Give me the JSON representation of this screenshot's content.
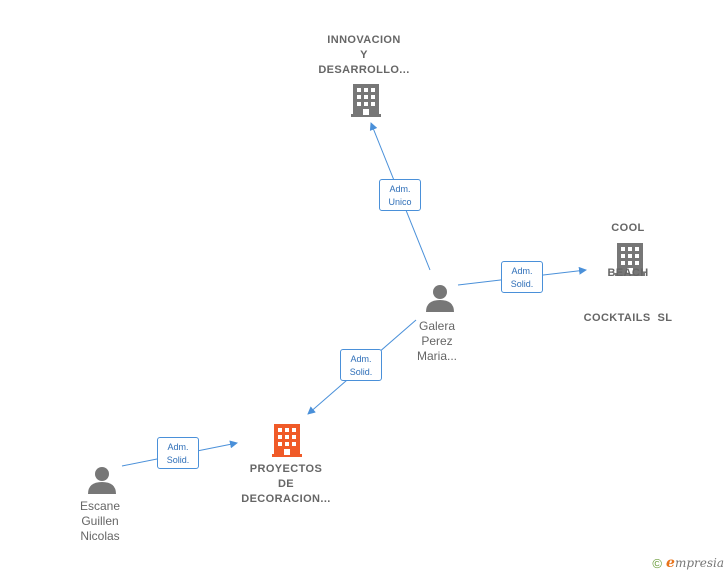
{
  "nodes": {
    "innovacion": {
      "lines": [
        "INNOVACION",
        "Y",
        "DESARROLLO..."
      ]
    },
    "cool_beach": {
      "lines": [
        "COOL",
        "BEACH",
        "COCKTAILS  SL"
      ]
    },
    "proyectos": {
      "lines": [
        "PROYECTOS",
        "DE",
        "DECORACION..."
      ]
    },
    "galera": {
      "lines": [
        "Galera",
        "Perez",
        "Maria..."
      ]
    },
    "escane": {
      "lines": [
        "Escane",
        "Guillen",
        "Nicolas"
      ]
    }
  },
  "edges": [
    {
      "id": "galera_innovacion",
      "lines": [
        "Adm.",
        "Unico"
      ]
    },
    {
      "id": "galera_cool",
      "lines": [
        "Adm.",
        "Solid."
      ]
    },
    {
      "id": "galera_proyectos",
      "lines": [
        "Adm.",
        "Solid."
      ]
    },
    {
      "id": "escane_proyectos",
      "lines": [
        "Adm.",
        "Solid."
      ]
    }
  ],
  "colors": {
    "company_default": "#777777",
    "company_highlight": "#f05a28",
    "person": "#777777",
    "edge": "#4a90d9"
  },
  "icons": {
    "company": "building-icon",
    "person": "person-icon",
    "footer": "copyright-icon"
  },
  "footer": {
    "copyright": "©",
    "brand_initial": "e",
    "brand_rest": "mpresia"
  }
}
